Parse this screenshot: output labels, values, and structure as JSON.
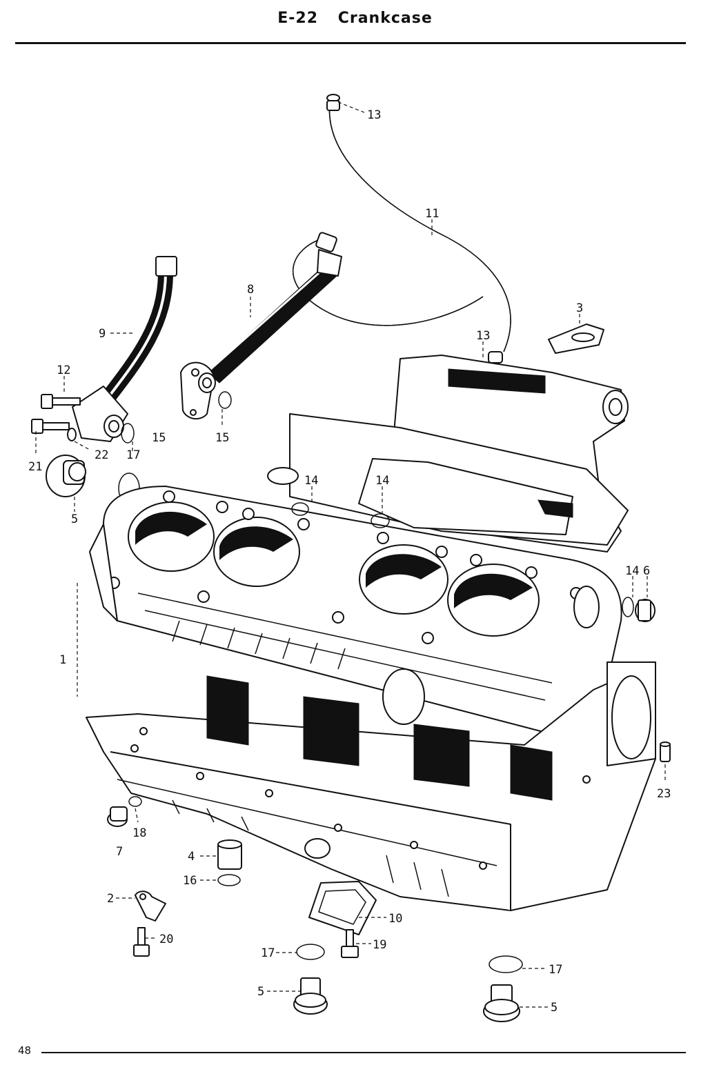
{
  "header": {
    "section_code": "E-22",
    "title": "Crankcase"
  },
  "footer": {
    "page_number": "48"
  },
  "callouts": [
    {
      "id": "c13a",
      "label": "13"
    },
    {
      "id": "c11",
      "label": "11"
    },
    {
      "id": "c8",
      "label": "8"
    },
    {
      "id": "c3",
      "label": "3"
    },
    {
      "id": "c9",
      "label": "9"
    },
    {
      "id": "c13b",
      "label": "13"
    },
    {
      "id": "c12",
      "label": "12"
    },
    {
      "id": "c15a",
      "label": "15"
    },
    {
      "id": "c15b",
      "label": "15"
    },
    {
      "id": "c21",
      "label": "21"
    },
    {
      "id": "c22",
      "label": "22"
    },
    {
      "id": "c17a",
      "label": "17"
    },
    {
      "id": "c14a",
      "label": "14"
    },
    {
      "id": "c14b",
      "label": "14"
    },
    {
      "id": "c5a",
      "label": "5"
    },
    {
      "id": "c14c",
      "label": "14"
    },
    {
      "id": "c6",
      "label": "6"
    },
    {
      "id": "c1",
      "label": "1"
    },
    {
      "id": "c23",
      "label": "23"
    },
    {
      "id": "c18",
      "label": "18"
    },
    {
      "id": "c7",
      "label": "7"
    },
    {
      "id": "c4",
      "label": "4"
    },
    {
      "id": "c16",
      "label": "16"
    },
    {
      "id": "c2",
      "label": "2"
    },
    {
      "id": "c10",
      "label": "10"
    },
    {
      "id": "c20",
      "label": "20"
    },
    {
      "id": "c19",
      "label": "19"
    },
    {
      "id": "c17b",
      "label": "17"
    },
    {
      "id": "c17c",
      "label": "17"
    },
    {
      "id": "c5b",
      "label": "5"
    },
    {
      "id": "c5c",
      "label": "5"
    }
  ]
}
